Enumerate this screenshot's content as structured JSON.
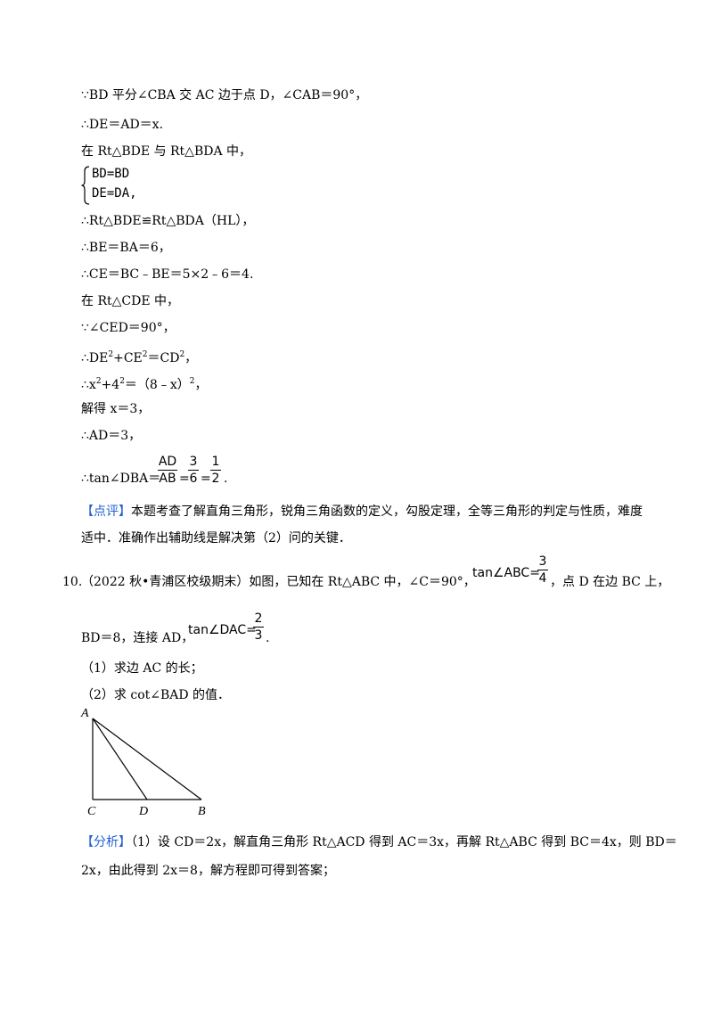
{
  "solution": {
    "l1": "∵BD 平分∠CBA 交 AC 边于点 D，∠CAB＝90°，",
    "l2": "∴DE＝AD＝x.",
    "l3": "在 Rt△BDE 与 Rt△BDA 中，",
    "brace_top": "BD=BD",
    "brace_bottom": "DE=DA,",
    "l4": "∴Rt△BDE≌Rt△BDA（HL），",
    "l5": "∴BE＝BA＝6，",
    "l6": "∴CE＝BC﹣BE＝5×2﹣6＝4.",
    "l7": "在 Rt△CDE 中，",
    "l8": "∵∠CED＝90°，",
    "l9_a": "∴DE",
    "l9_sup1": "2",
    "l9_b": "+CE",
    "l9_sup2": "2",
    "l9_c": "＝CD",
    "l9_sup3": "2",
    "l9_d": "，",
    "l10_a": "∴x",
    "l10_sup1": "2",
    "l10_b": "+4",
    "l10_sup2": "2",
    "l10_c": "＝（8﹣x）",
    "l10_sup3": "2",
    "l10_d": "，",
    "l11": "解得 x＝3，",
    "l12": "∴AD＝3，",
    "l13_prefix": "∴tan∠DBA＝",
    "f1_num": "AD",
    "f1_den": "AB",
    "eq1": "=",
    "f2_num": "3",
    "f2_den": "6",
    "eq2": "=",
    "f3_num": "1",
    "f3_den": "2",
    "l13_end": "."
  },
  "comment": {
    "tag": "【点评】",
    "text1": "本题考查了解直角三角形，锐角三角函数的定义，勾股定理，全等三角形的判定与性质，难度",
    "text2": "适中．准确作出辅助线是解决第（2）问的关键．"
  },
  "problem": {
    "number": "10.",
    "source": "（2022 秋•青浦区校级期末）如图，已知在 Rt△ABC 中，∠C＝90°，",
    "tan1_label": "tan∠ABC=",
    "tan1_num": "3",
    "tan1_den": "4",
    "after_tan1": "，点 D 在边 BC 上，",
    "line2_a": "BD＝8，连接 AD，",
    "tan2_label": "tan∠DAC=",
    "tan2_num": "2",
    "tan2_den": "3",
    "line2_end": ".",
    "q1": "（1）求边 AC 的长；",
    "q2": "（2）求 cot∠BAD 的值．"
  },
  "figure": {
    "label_a": "A",
    "label_c": "C",
    "label_d": "D",
    "label_b": "B"
  },
  "analysis": {
    "tag": "【分析】",
    "text1": "（1）设 CD＝2x，解直角三角形 Rt△ACD 得到 AC＝3x，再解 Rt△ABC 得到 BC＝4x，则 BD＝",
    "text2": "2x，由此得到 2x＝8，解方程即可得到答案；"
  }
}
